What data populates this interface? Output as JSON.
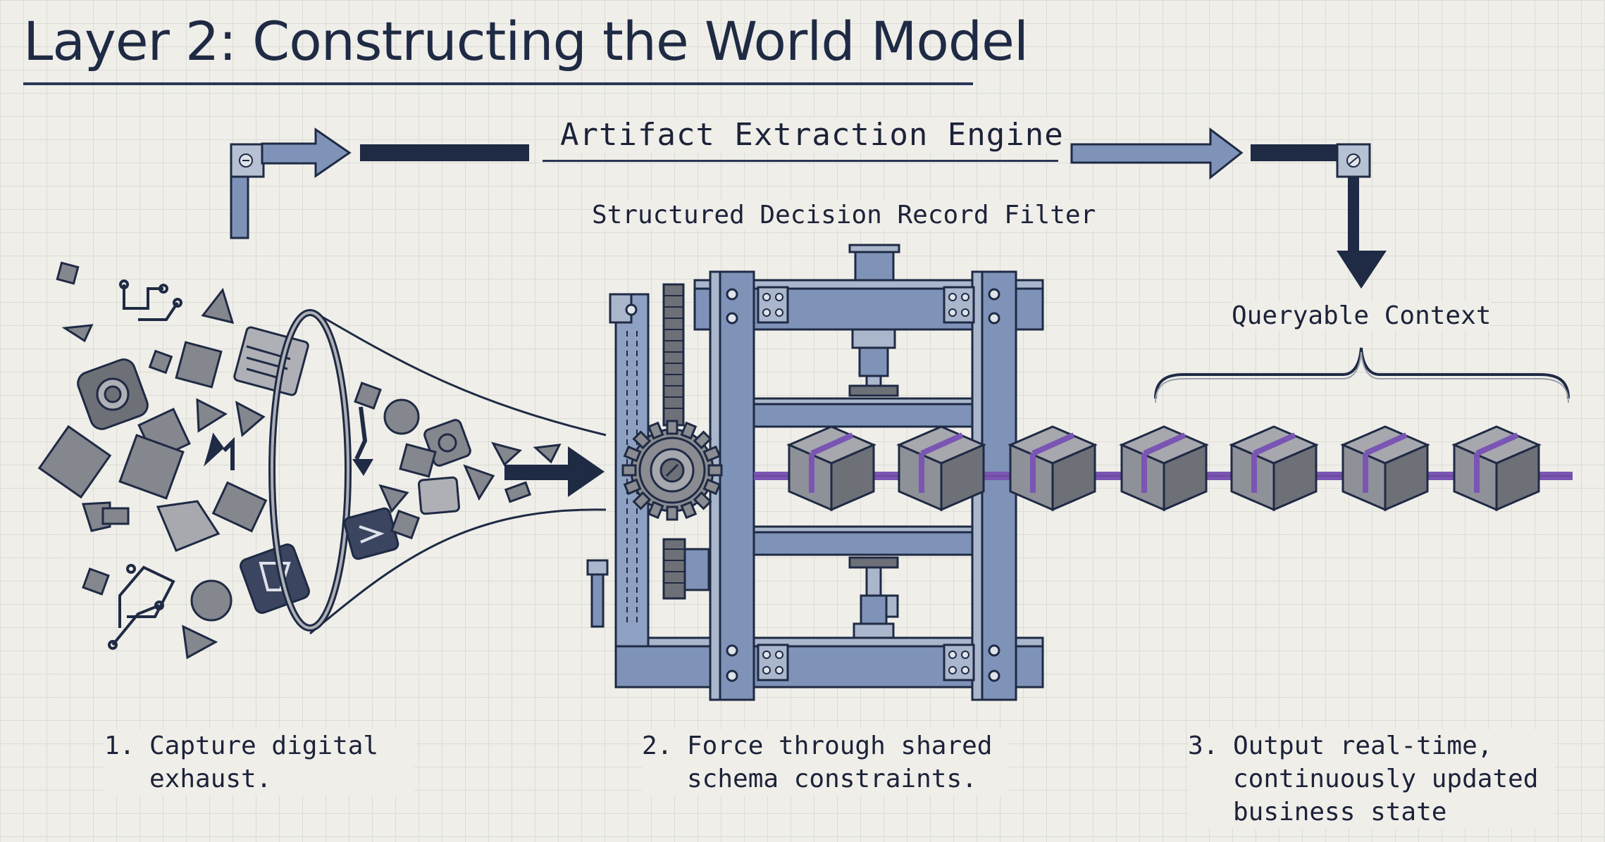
{
  "title": "Layer 2: Constructing the World Model",
  "engine_label": "Artifact Extraction Engine",
  "filter_label": "Structured Decision Record Filter",
  "context_label": "Queryable Context",
  "steps": [
    {
      "number": "1.",
      "text": "Capture digital\nexhaust."
    },
    {
      "number": "2.",
      "text": "Force through shared\nschema constraints."
    },
    {
      "number": "3.",
      "text": "Output real-time,\ncontinuously updated\nbusiness state"
    }
  ],
  "colors": {
    "navy": "#1f2a44",
    "steel": "#7f93b8",
    "steel_dark": "#5d7198",
    "cube": "#8f9198",
    "cube_dark": "#6e7078",
    "ribbon": "#7a55b3",
    "shape_gray": "#85878e"
  },
  "icons": [
    "pipe-arrow-icon",
    "down-arrow-icon",
    "funnel-icon",
    "gear-icon",
    "press-machine-icon",
    "cube-icon",
    "brace-icon",
    "circuit-icon",
    "document-icon",
    "caret-icon"
  ]
}
